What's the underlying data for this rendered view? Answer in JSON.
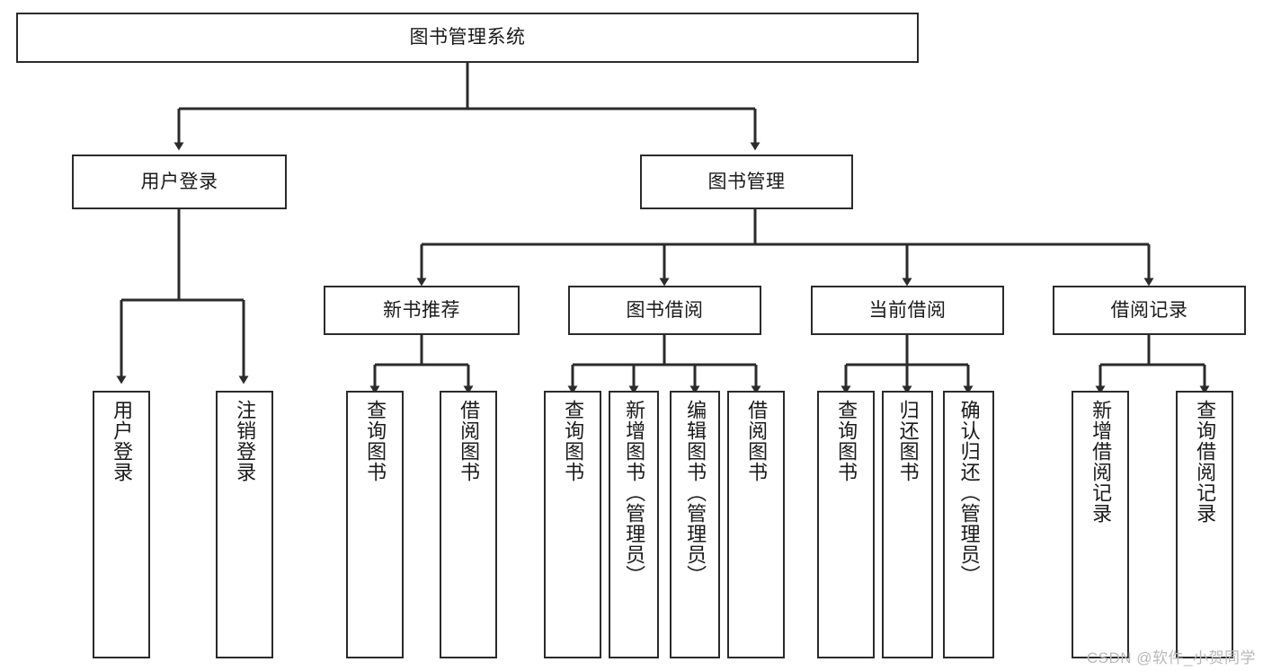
{
  "diagram": {
    "type": "tree-hierarchy",
    "title": "图书管理系统",
    "watermark": "CSDN @软件_小贺同学",
    "stroke_color": "#2b2b2b",
    "background_color": "#ffffff",
    "root": {
      "id": "root",
      "label": "图书管理系统"
    },
    "level2": [
      {
        "id": "user-login",
        "label": "用户登录"
      },
      {
        "id": "book-manage",
        "label": "图书管理"
      }
    ],
    "level3": [
      {
        "id": "new-book-rec",
        "label": "新书推荐",
        "parent": "book-manage"
      },
      {
        "id": "book-borrow",
        "label": "图书借阅",
        "parent": "book-manage"
      },
      {
        "id": "current-borrow",
        "label": "当前借阅",
        "parent": "book-manage"
      },
      {
        "id": "borrow-record",
        "label": "借阅记录",
        "parent": "book-manage"
      }
    ],
    "leaves": [
      {
        "id": "leaf-user-login",
        "label": "用户登录",
        "parent": "user-login"
      },
      {
        "id": "leaf-user-logout",
        "label": "注销登录",
        "parent": "user-login"
      },
      {
        "id": "leaf-query-book-1",
        "label": "查询图书",
        "parent": "new-book-rec"
      },
      {
        "id": "leaf-borrow-book-1",
        "label": "借阅图书",
        "parent": "new-book-rec"
      },
      {
        "id": "leaf-query-book-2",
        "label": "查询图书",
        "parent": "book-borrow"
      },
      {
        "id": "leaf-add-book",
        "label": "新增图书（管理员）",
        "parent": "book-borrow"
      },
      {
        "id": "leaf-edit-book",
        "label": "编辑图书（管理员）",
        "parent": "book-borrow"
      },
      {
        "id": "leaf-borrow-book-2",
        "label": "借阅图书",
        "parent": "book-borrow"
      },
      {
        "id": "leaf-query-book-3",
        "label": "查询图书",
        "parent": "current-borrow"
      },
      {
        "id": "leaf-return-book",
        "label": "归还图书",
        "parent": "current-borrow"
      },
      {
        "id": "leaf-confirm-return",
        "label": "确认归还（管理员）",
        "parent": "current-borrow"
      },
      {
        "id": "leaf-add-record",
        "label": "新增借阅记录",
        "parent": "borrow-record"
      },
      {
        "id": "leaf-query-record",
        "label": "查询借阅记录",
        "parent": "borrow-record"
      }
    ]
  }
}
